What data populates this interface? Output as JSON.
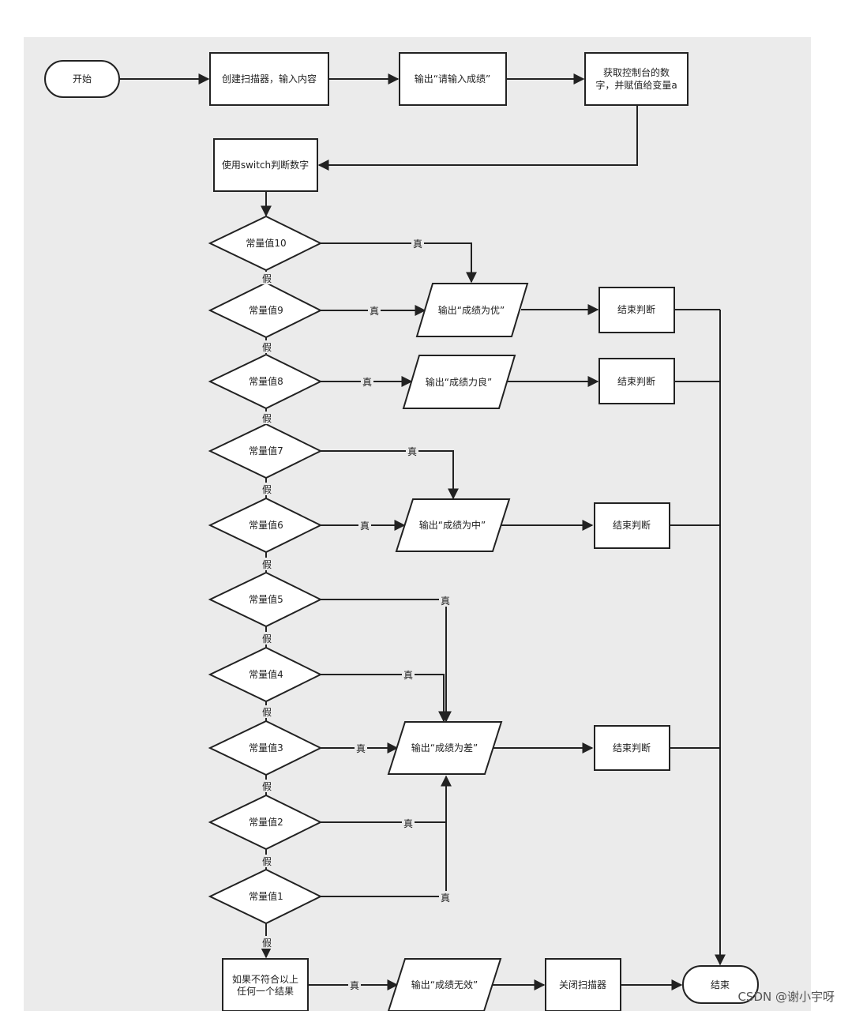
{
  "nodes": {
    "start": "开始",
    "scanner": "创建扫描器，输入内容",
    "prompt": "输出“请输入成绩”",
    "read_l1": "获取控制台的数",
    "read_l2": "字，并赋值给变量a",
    "switch": "使用switch判断数字",
    "c10": "常量值10",
    "c9": "常量值9",
    "c8": "常量值8",
    "c7": "常量值7",
    "c6": "常量值6",
    "c5": "常量值5",
    "c4": "常量值4",
    "c3": "常量值3",
    "c2": "常量值2",
    "c1": "常量值1",
    "out_excellent": "输出“成绩为优”",
    "out_good": "输出“成绩力良”",
    "out_medium": "输出“成绩为中”",
    "out_poor": "输出“成绩为差”",
    "out_invalid": "输出“成绩无效”",
    "end_judge": "结束判断",
    "default_l1": "如果不符合以上",
    "default_l2": "任何一个结果",
    "close_scanner": "关闭扫描器",
    "end": "结束"
  },
  "labels": {
    "true": "真",
    "false": "假"
  },
  "watermark": "CSDN @谢小宇呀",
  "colors": {
    "background": "#ebebeb",
    "stroke": "#222222",
    "fill": "#ffffff"
  }
}
